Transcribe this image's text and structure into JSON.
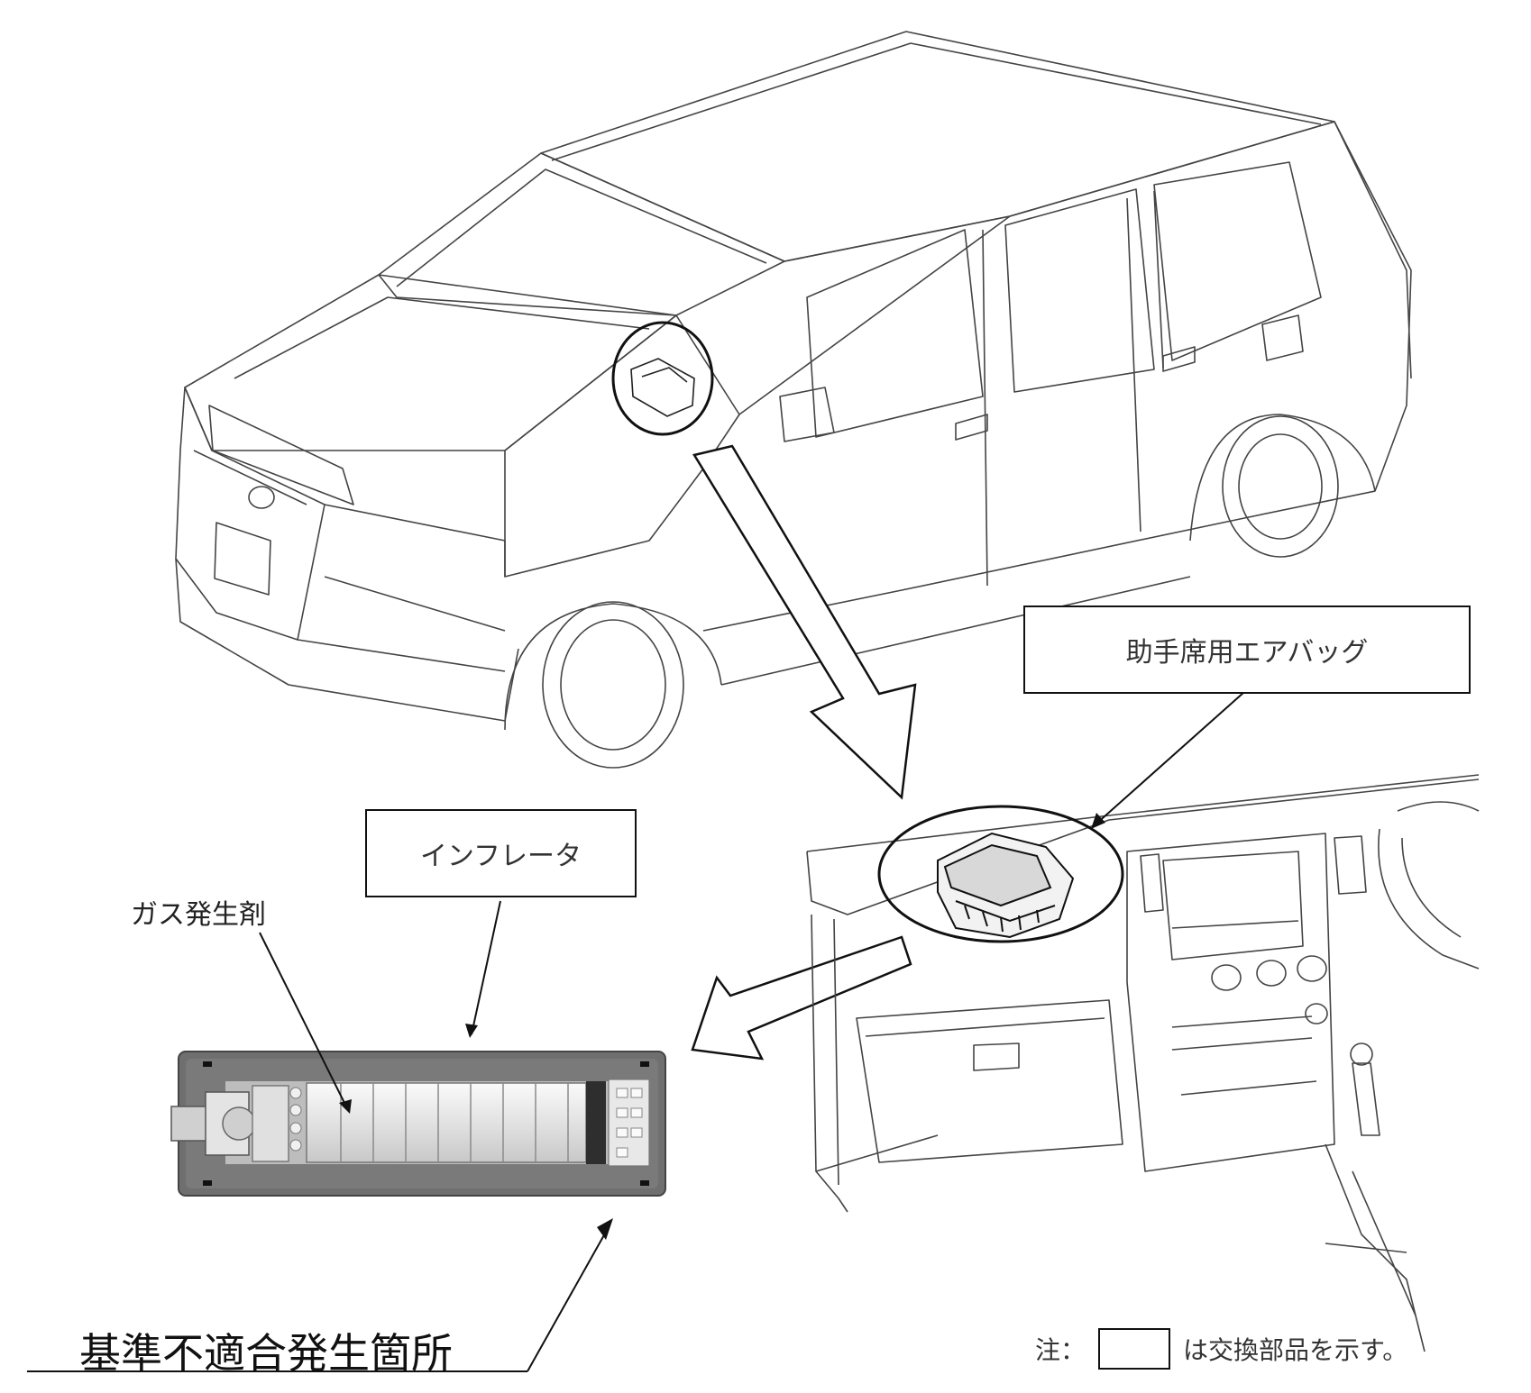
{
  "labels": {
    "passenger_airbag": "助手席用エアバッグ",
    "inflator": "インフレータ",
    "gas_generant": "ガス発生剤",
    "nonconformity_location": "基準不適合発生箇所"
  },
  "note": {
    "prefix": "注：",
    "suffix": "は交換部品を示す。"
  },
  "colors": {
    "line": "#222222",
    "inflator_shell": "#6f6f6f",
    "inflator_core": "#e8e8e8"
  }
}
